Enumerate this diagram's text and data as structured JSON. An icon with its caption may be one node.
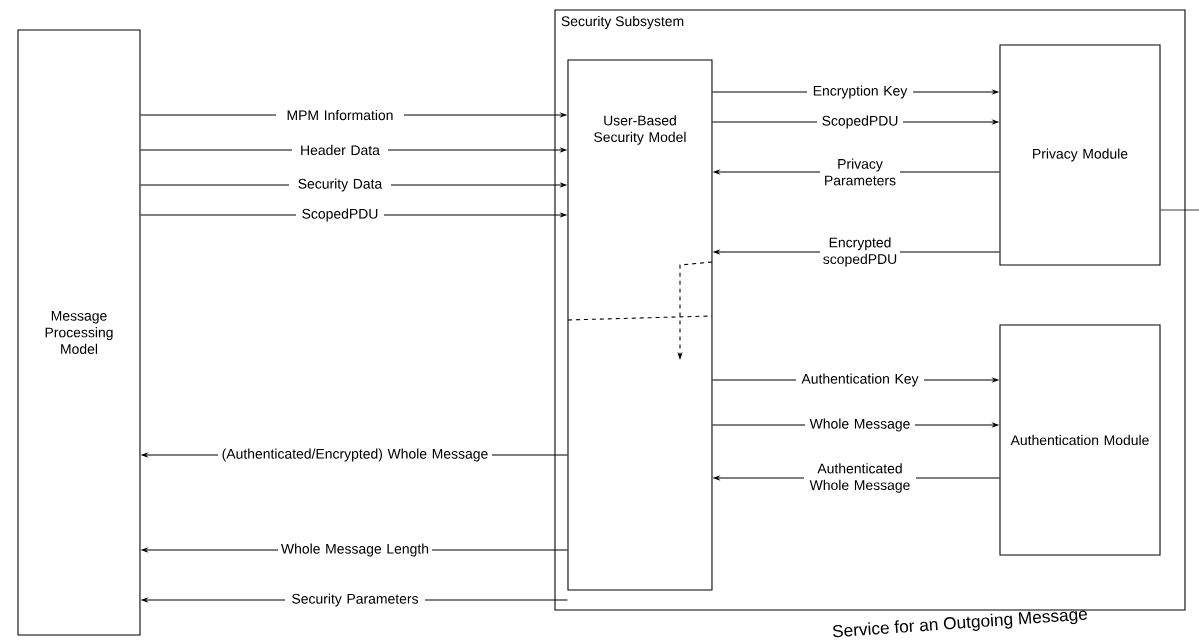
{
  "diagram": {
    "caption": "Service for an Outgoing Message",
    "nodes": [
      {
        "text": [
          "Message Processing Model"
        ]
      },
      {
        "text": [
          "Security Subsystem"
        ]
      },
      {
        "text": [
          "User-Based Security Model"
        ],
        "in": 1
      },
      {
        "text": [
          "Privacy Module"
        ],
        "in": 1
      },
      {
        "text": [
          "Authentication Module"
        ],
        "in": 1
      }
    ],
    "edges": [
      {
        "from": 0,
        "to": 2,
        "arrow": "to",
        "label": "MPM Information"
      },
      {
        "from": 0,
        "to": 2,
        "arrow": "to",
        "label": "Header Data"
      },
      {
        "from": 0,
        "to": 2,
        "arrow": "to",
        "label": "Security Data"
      },
      {
        "from": 0,
        "to": 2,
        "arrow": "to",
        "label": "ScopedPDU"
      },
      {
        "from": 2,
        "to": 3,
        "arrow": "to",
        "label": "Encryption Key"
      },
      {
        "from": 2,
        "to": 3,
        "arrow": "to",
        "label": "ScopedPDU"
      },
      {
        "from": 3,
        "to": 2,
        "arrow": "to",
        "label": "Privacy Parameters"
      },
      {
        "from": 3,
        "to": 2,
        "arrow": "to",
        "label": "Encrypted scopedPDU"
      },
      {
        "from": 2,
        "to": 4,
        "arrow": "to",
        "label": "Authentication Key"
      },
      {
        "from": 2,
        "to": 4,
        "arrow": "to",
        "label": "Whole Message"
      },
      {
        "from": 4,
        "to": 2,
        "arrow": "to",
        "label": "Authenticated Whole Message"
      },
      {
        "from": 2,
        "to": 0,
        "arrow": "to",
        "label": "(Authenticated/Encrypted) Whole Message"
      },
      {
        "from": 2,
        "to": 0,
        "arrow": "to",
        "label": "Whole Message Length"
      },
      {
        "from": 2,
        "to": 0,
        "arrow": "to",
        "label": "Security Parameters"
      },
      {
        "from": 3,
        "to": null,
        "arrow": "none"
      }
    ]
  }
}
